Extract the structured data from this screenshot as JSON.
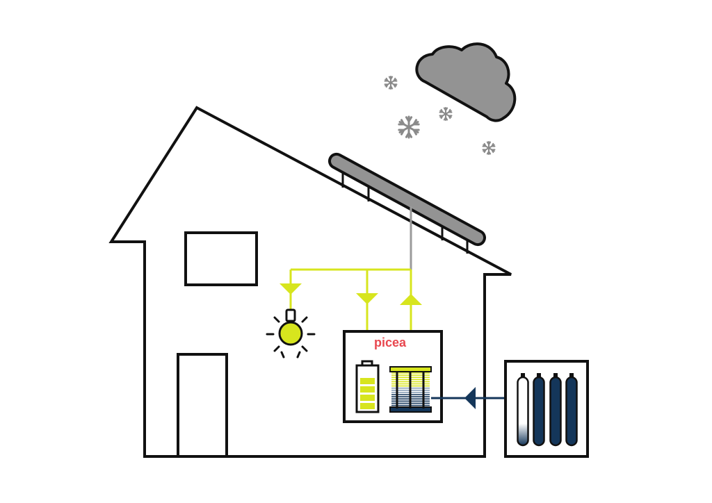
{
  "brand": {
    "name": "picea",
    "color": "#e8474f"
  },
  "colors": {
    "outline": "#111111",
    "energy_line": "#d7e51e",
    "solar_feed_line": "#9a9a9a",
    "hydrogen_line": "#14365a",
    "cloud": "#939393",
    "snow": "#8a8a8a",
    "bulb": "#d7e51e",
    "tank_fill": "#14365a",
    "background": "#ffffff"
  },
  "icons": {
    "house": "house-outline-icon",
    "cloud": "snow-cloud-icon",
    "snowflake": "snowflake-icon",
    "solar_panel": "solar-panel-icon",
    "light_bulb": "light-bulb-icon",
    "battery": "battery-icon",
    "electrolyser": "electrolyser-fuel-cell-icon",
    "hydrogen_storage": "hydrogen-tank-icon"
  },
  "battery": {
    "charge_level": 0.8
  },
  "hydrogen_tanks": {
    "fill_levels": [
      0.2,
      1,
      1,
      1
    ]
  }
}
